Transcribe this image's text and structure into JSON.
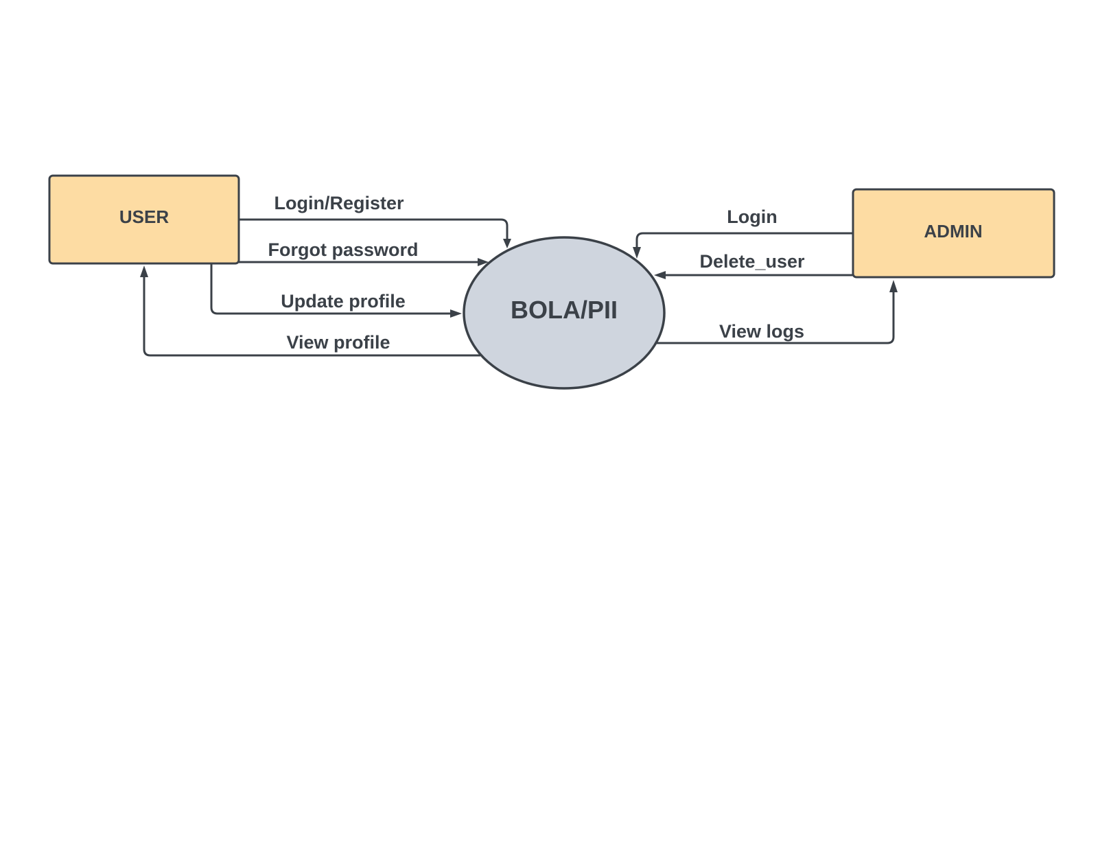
{
  "colors": {
    "entity_fill": "#fddca3",
    "process_fill": "#cfd5de",
    "stroke": "#3b4148",
    "text": "#3b4148",
    "background": "#ffffff"
  },
  "entities": {
    "user": "USER",
    "admin": "ADMIN"
  },
  "process": {
    "label": "BOLA/PII"
  },
  "flows": {
    "login_register": "Login/Register",
    "forgot_password": "Forgot password",
    "update_profile": "Update profile",
    "view_profile": "View profile",
    "admin_login": "Login",
    "delete_user": "Delete_user",
    "view_logs": "View logs"
  }
}
